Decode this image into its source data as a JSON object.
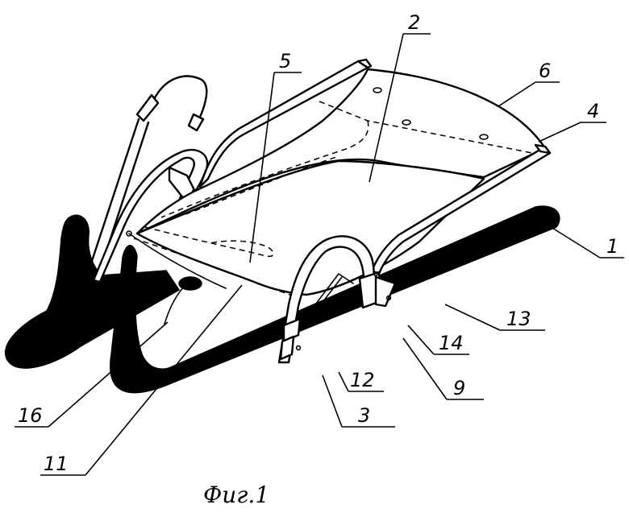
{
  "figure": {
    "caption": "Фиг.1",
    "callouts": [
      {
        "id": "c1",
        "text": "1"
      },
      {
        "id": "c2",
        "text": "2"
      },
      {
        "id": "c3",
        "text": "3"
      },
      {
        "id": "c4",
        "text": "4"
      },
      {
        "id": "c5",
        "text": "5"
      },
      {
        "id": "c6",
        "text": "6"
      },
      {
        "id": "c9",
        "text": "9"
      },
      {
        "id": "c11",
        "text": "11"
      },
      {
        "id": "c12",
        "text": "12"
      },
      {
        "id": "c13",
        "text": "13"
      },
      {
        "id": "c14",
        "text": "14"
      },
      {
        "id": "c16",
        "text": "16"
      }
    ]
  }
}
